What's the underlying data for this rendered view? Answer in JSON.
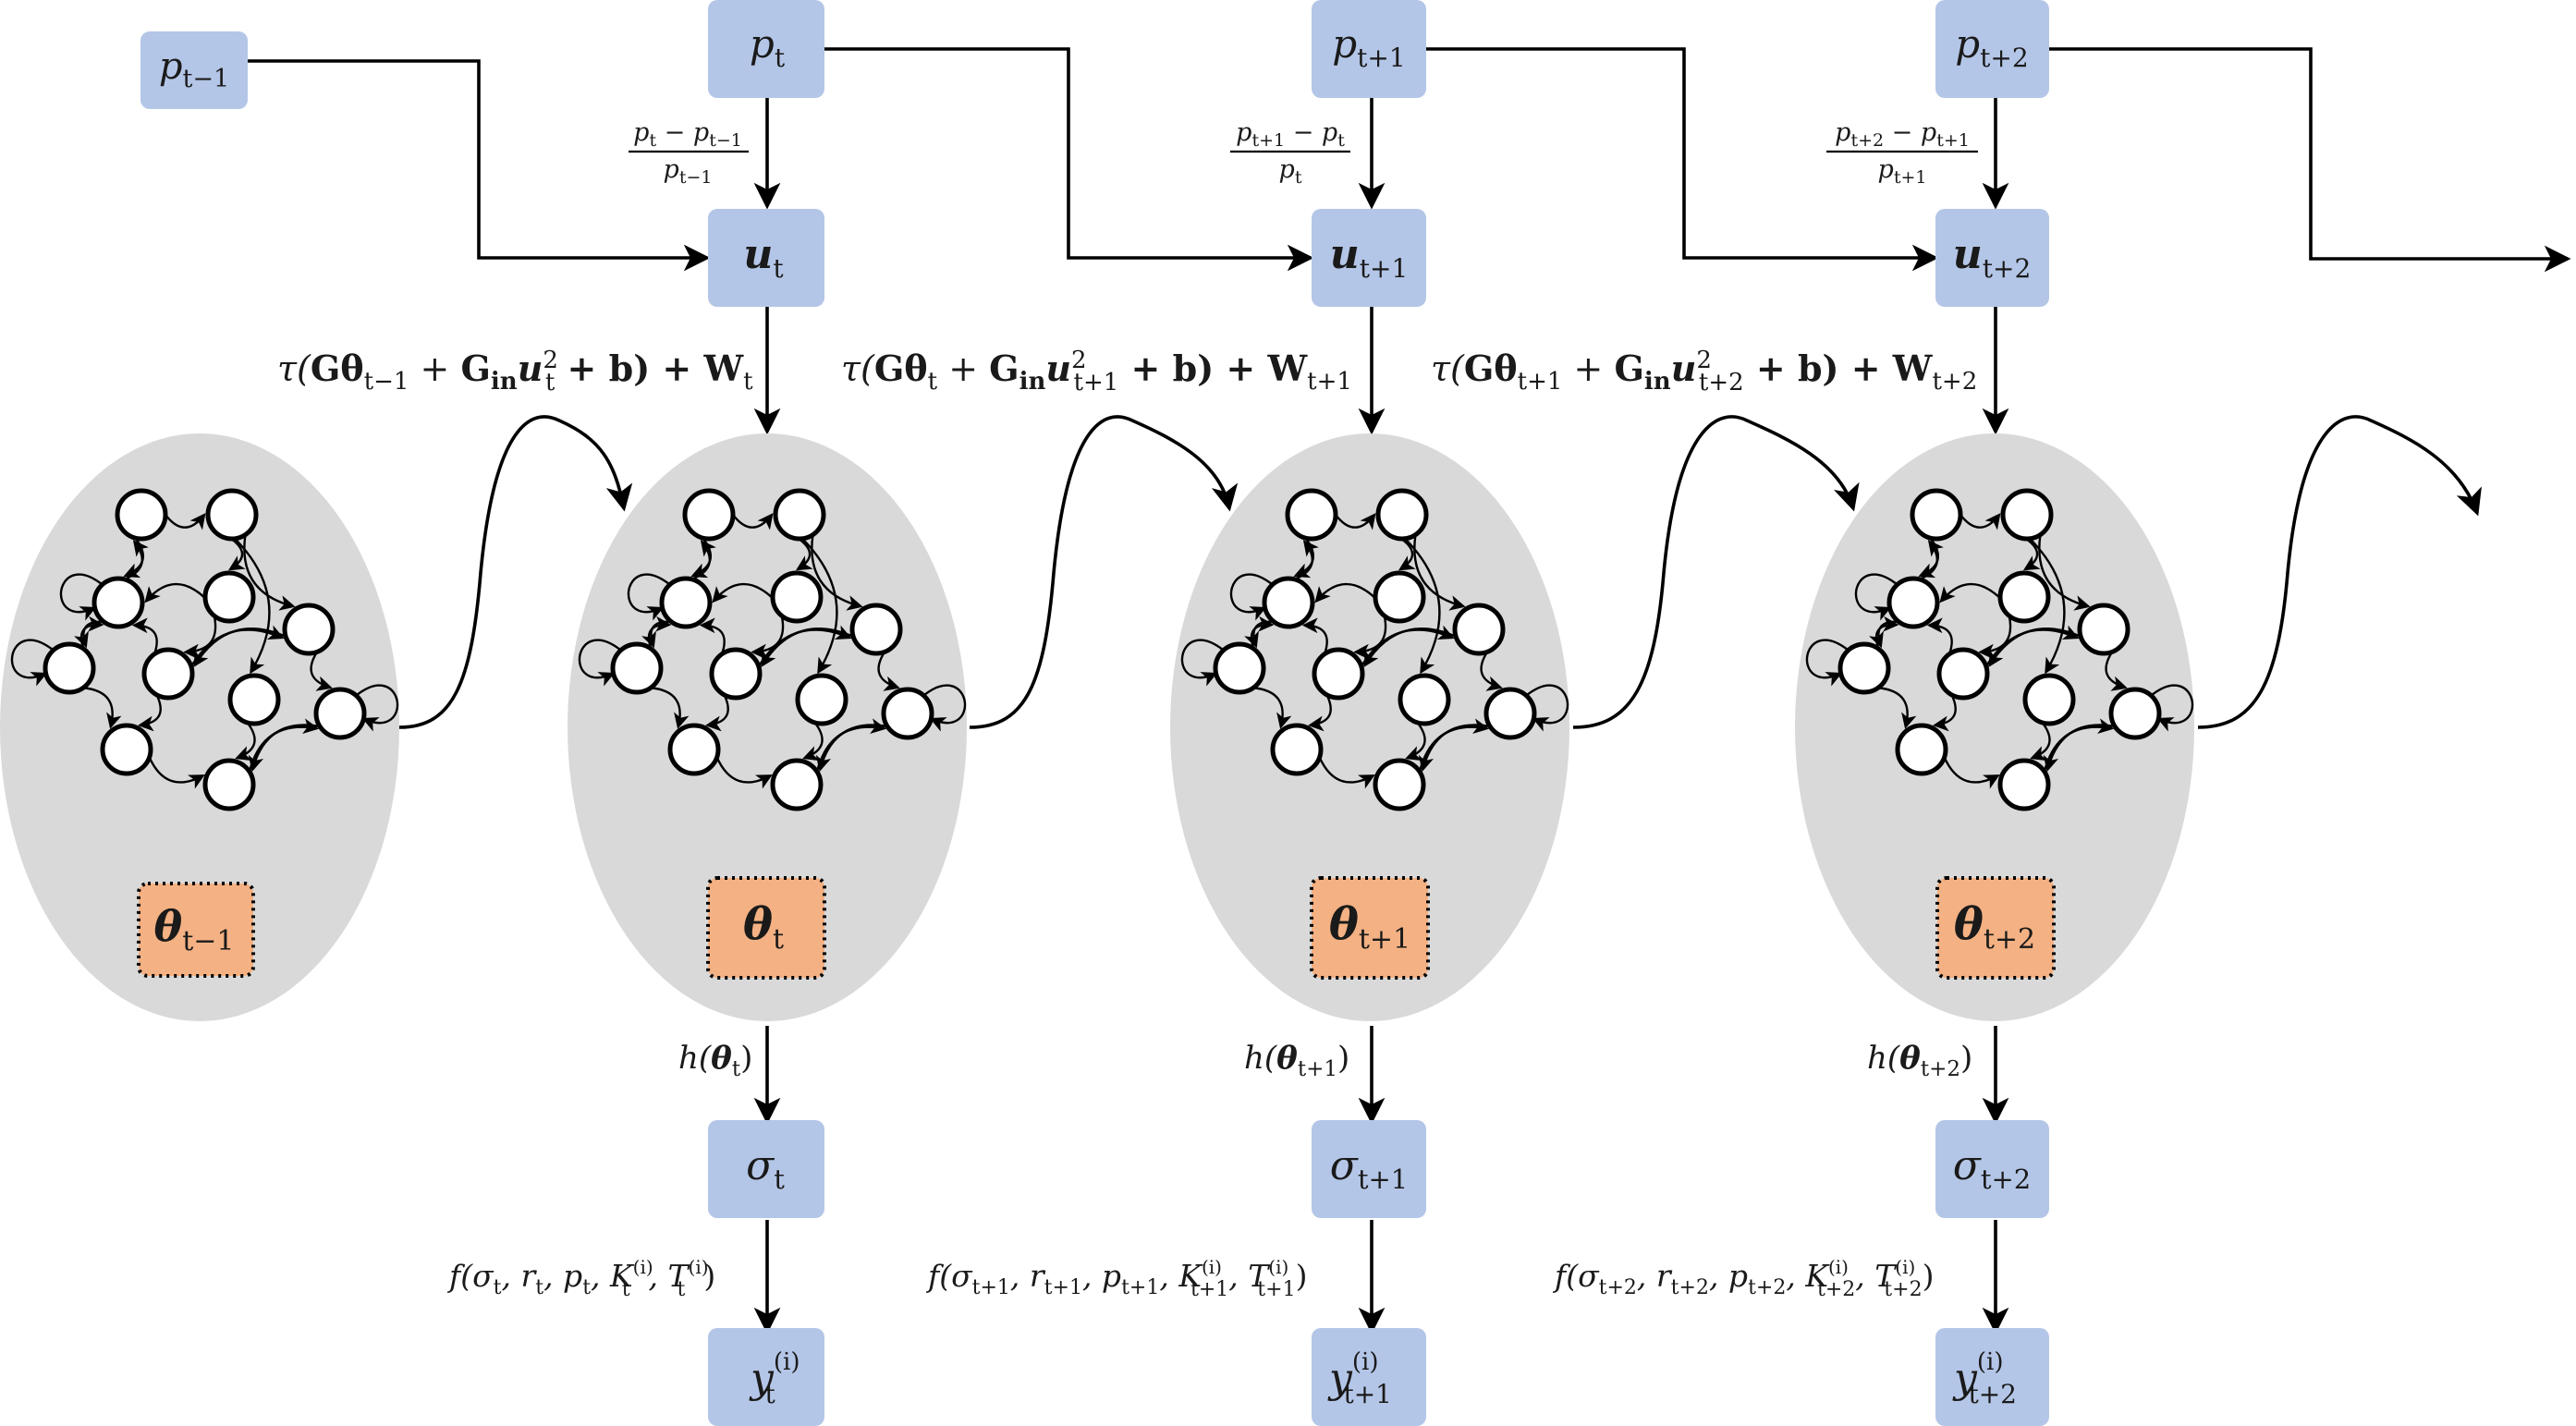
{
  "colors": {
    "input_box": "#b4c6e7",
    "state_box": "#f4b183",
    "reservoir": "#d9d9d9",
    "line": "#000000"
  },
  "prices": [
    {
      "main": "p",
      "sub": "t−1"
    },
    {
      "main": "p",
      "sub": "t"
    },
    {
      "main": "p",
      "sub": "t+1"
    },
    {
      "main": "p",
      "sub": "t+2"
    }
  ],
  "inputs": [
    {
      "main": "u",
      "sub": "t"
    },
    {
      "main": "u",
      "sub": "t+1"
    },
    {
      "main": "u",
      "sub": "t+2"
    }
  ],
  "returns": [
    {
      "num_main": "p",
      "num_sub": "t",
      "minus": " − ",
      "num2_main": "p",
      "num2_sub": "t−1",
      "den_main": "p",
      "den_sub": "t−1"
    },
    {
      "num_main": "p",
      "num_sub": "t+1",
      "minus": " − ",
      "num2_main": "p",
      "num2_sub": "t",
      "den_main": "p",
      "den_sub": "t"
    },
    {
      "num_main": "p",
      "num_sub": "t+2",
      "minus": " − ",
      "num2_main": "p",
      "num2_sub": "t+1",
      "den_main": "p",
      "den_sub": "t+1"
    }
  ],
  "updates": [
    {
      "pre": "τ(",
      "G": "Gθ",
      "theta_sub": "t−1",
      "plus1": " + ",
      "Gin": "G",
      "in": "in",
      "u": "u",
      "u_sup": "2",
      "u_sub": "t",
      "b": " + b) + W",
      "w_sub": "t"
    },
    {
      "pre": "τ(",
      "G": "Gθ",
      "theta_sub": "t",
      "plus1": " + ",
      "Gin": "G",
      "in": "in",
      "u": "u",
      "u_sup": "2",
      "u_sub": "t+1",
      "b": " + b) + W",
      "w_sub": "t+1"
    },
    {
      "pre": "τ(",
      "G": "Gθ",
      "theta_sub": "t+1",
      "plus1": " + ",
      "Gin": "G",
      "in": "in",
      "u": "u",
      "u_sup": "2",
      "u_sub": "t+2",
      "b": " + b) + W",
      "w_sub": "t+2"
    }
  ],
  "states": [
    {
      "main": "θ",
      "sub": "t−1"
    },
    {
      "main": "θ",
      "sub": "t"
    },
    {
      "main": "θ",
      "sub": "t+1"
    },
    {
      "main": "θ",
      "sub": "t+2"
    }
  ],
  "readouts": [
    {
      "pre": "h(",
      "main": "θ",
      "sub": "t",
      "post": ")"
    },
    {
      "pre": "h(",
      "main": "θ",
      "sub": "t+1",
      "post": ")"
    },
    {
      "pre": "h(",
      "main": "θ",
      "sub": "t+2",
      "post": ")"
    }
  ],
  "sigmas": [
    {
      "main": "σ",
      "sub": "t"
    },
    {
      "main": "σ",
      "sub": "t+1"
    },
    {
      "main": "σ",
      "sub": "t+2"
    }
  ],
  "payoffs": [
    {
      "text": "f(σ",
      "s": "t",
      "r": ", r",
      "p": ", p",
      "K": ", K",
      "T": ", T",
      "i": "(i)",
      "close": ")"
    },
    {
      "text": "f(σ",
      "s": "t+1",
      "r": ", r",
      "p": ", p",
      "K": ", K",
      "T": ", T",
      "i": "(i)",
      "close": ")"
    },
    {
      "text": "f(σ",
      "s": "t+2",
      "r": ", r",
      "p": ", p",
      "K": ", K",
      "T": ", T",
      "i": "(i)",
      "close": ")"
    }
  ],
  "outputs": [
    {
      "main": "y",
      "sub": "t",
      "sup": "(i)"
    },
    {
      "main": "y",
      "sub": "t+1",
      "sup": "(i)"
    },
    {
      "main": "y",
      "sub": "t+2",
      "sup": "(i)"
    }
  ]
}
